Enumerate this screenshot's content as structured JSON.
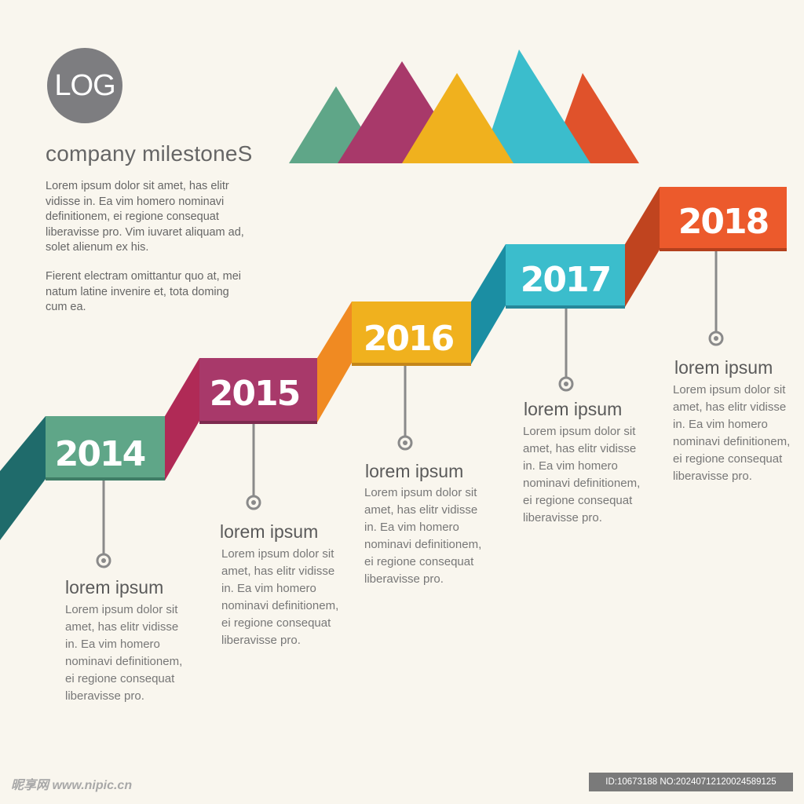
{
  "logo": {
    "text": "LOG"
  },
  "header": {
    "title": "company milestoneS",
    "paragraph_1": "Lorem ipsum dolor sit amet, has elitr vidisse in. Ea vim homero nominavi definitionem, ei regione consequat liberavisse pro. Vim iuvaret aliquam ad, solet alienum ex his.",
    "paragraph_2": " Fierent electram omittantur quo at, mei natum latine invenire et, tota doming cum ea."
  },
  "colors": {
    "background": "#f9f6ee",
    "teal": "#5fa688",
    "magenta": "#a8396a",
    "yellow": "#f0b11e",
    "cyan": "#3bbdcc",
    "orange": "#e0522b",
    "orange_year": "#ec5a2c",
    "orange_link": "#f08a22",
    "grey": "#8a8a8a"
  },
  "milestones": [
    {
      "year": "2014",
      "title": "lorem ipsum",
      "body": "Lorem ipsum dolor sit amet, has elitr vidisse in. Ea vim homero nominavi definitionem, ei regione consequat liberavisse pro."
    },
    {
      "year": "2015",
      "title": "lorem ipsum",
      "body": "Lorem ipsum dolor sit amet, has elitr vidisse in. Ea vim homero nominavi definitionem, ei regione consequat liberavisse pro."
    },
    {
      "year": "2016",
      "title": "lorem ipsum",
      "body": "Lorem ipsum dolor sit amet, has elitr vidisse in. Ea vim homero nominavi definitionem, ei regione consequat liberavisse pro."
    },
    {
      "year": "2017",
      "title": "lorem ipsum",
      "body": "Lorem ipsum dolor sit amet, has elitr vidisse in. Ea vim homero nominavi definitionem, ei regione consequat liberavisse pro."
    },
    {
      "year": "2018",
      "title": "lorem ipsum",
      "body": "Lorem ipsum dolor sit amet, has elitr vidisse in. Ea vim homero nominavi definitionem, ei regione consequat liberavisse pro."
    }
  ],
  "watermark": {
    "left": "昵享网 www.nipic.cn",
    "id": "ID:10673188 NO:20240712120024589125"
  }
}
